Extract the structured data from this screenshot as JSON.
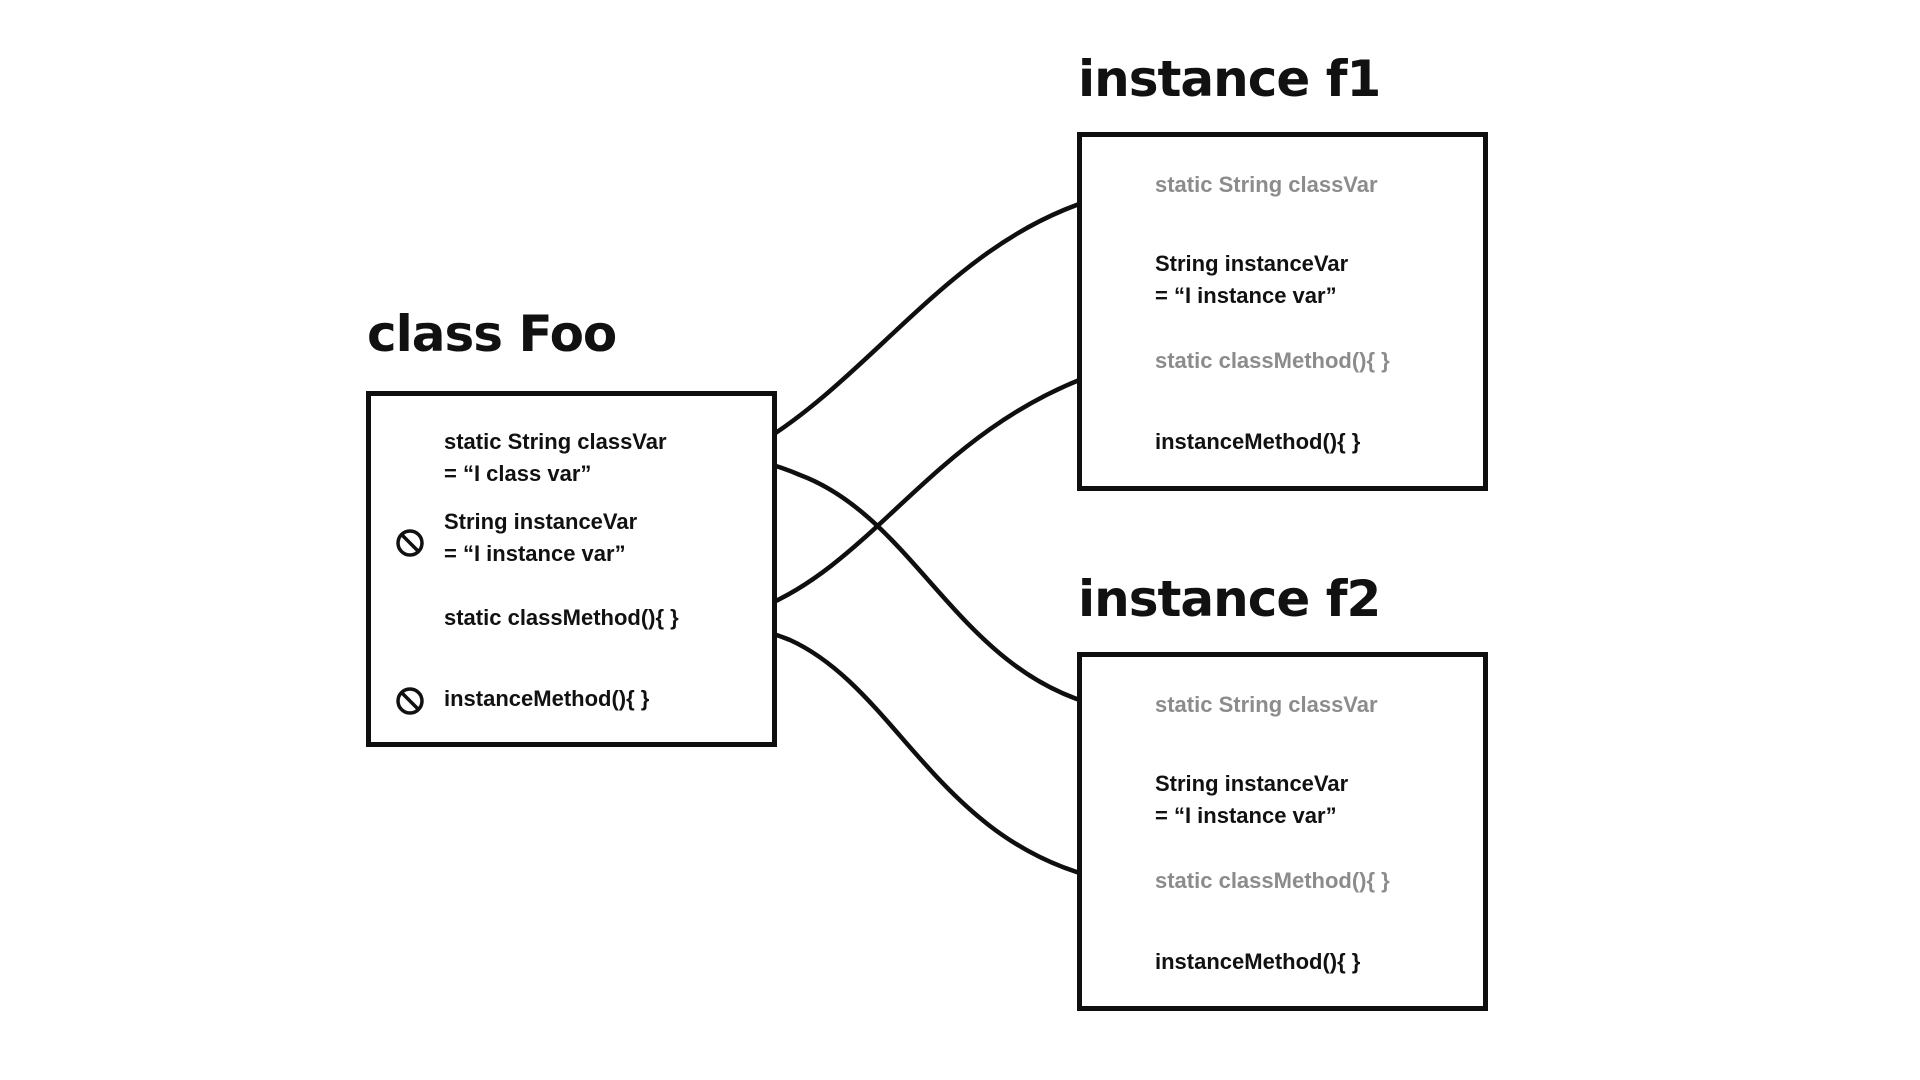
{
  "class_foo": {
    "title": "class Foo",
    "members": [
      {
        "line1": "static String classVar",
        "line2": "= “I class var”",
        "blocked": false
      },
      {
        "line1": "String instanceVar",
        "line2": "= “I instance var”",
        "blocked": true
      },
      {
        "line1": "static classMethod(){   }",
        "blocked": false
      },
      {
        "line1": "instanceMethod(){   }",
        "blocked": true
      }
    ]
  },
  "instances": [
    {
      "title": "instance f1",
      "members": [
        {
          "line1": "static String classVar",
          "style": "gray"
        },
        {
          "line1": "String instanceVar",
          "line2": "= “I instance var”",
          "style": "black"
        },
        {
          "line1": "static classMethod(){   }",
          "style": "gray"
        },
        {
          "line1": "instanceMethod(){   }",
          "style": "black"
        }
      ]
    },
    {
      "title": "instance f2",
      "members": [
        {
          "line1": "static String classVar",
          "style": "gray"
        },
        {
          "line1": "String instanceVar",
          "line2": "= “I instance var”",
          "style": "black"
        },
        {
          "line1": "static classMethod(){   }",
          "style": "gray"
        },
        {
          "line1": "instanceMethod(){   }",
          "style": "black"
        }
      ]
    }
  ],
  "connections": [
    {
      "from": "instance f1 static String classVar",
      "to": "class Foo static String classVar"
    },
    {
      "from": "instance f1 static classMethod",
      "to": "class Foo static classMethod"
    },
    {
      "from": "instance f2 static String classVar",
      "to": "class Foo static String classVar"
    },
    {
      "from": "instance f2 static classMethod",
      "to": "class Foo static classMethod"
    }
  ],
  "colors": {
    "line": "#0f0f0f",
    "text": "#111111",
    "inherited_text": "#8c8c8c"
  }
}
